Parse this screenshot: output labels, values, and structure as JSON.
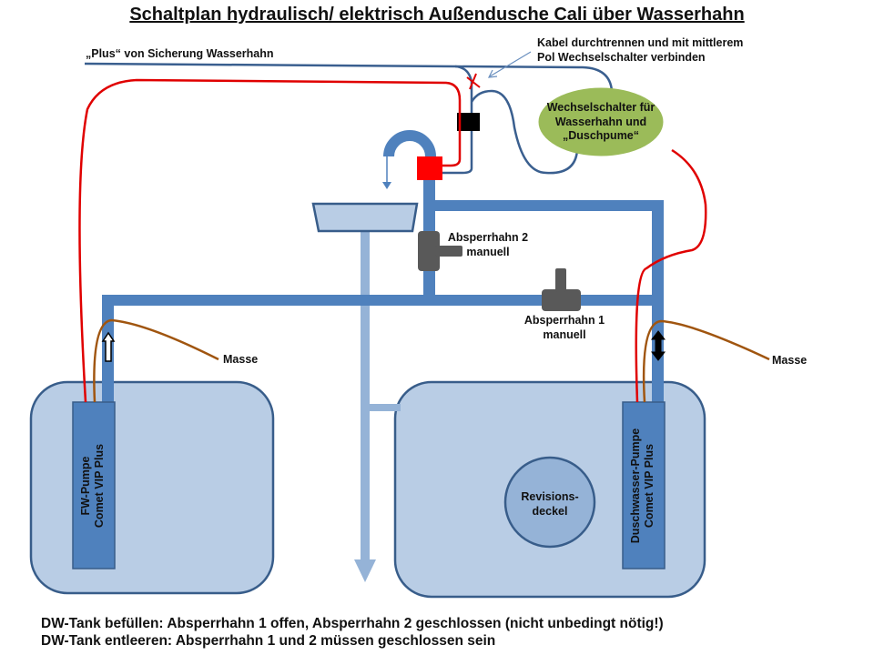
{
  "title": "Schaltplan hydraulisch/ elektrisch Außendusche Cali über Wasserhahn",
  "labels": {
    "plus_source": "„Plus“ von Sicherung Wasserhahn",
    "cable_note_line1": "Kabel durchtrennen und mit mittlerem",
    "cable_note_line2": "Pol Wechselschalter verbinden",
    "switch_line1": "Wechselschalter für",
    "switch_line2": "Wasserhahn und",
    "switch_line3": "„Duschpume“",
    "valve2_line1": "Absperrhahn 2",
    "valve2_line2": "manuell",
    "valve1_line1": "Absperrhahn 1",
    "valve1_line2": "manuell",
    "ground_left": "Masse",
    "ground_right": "Masse",
    "pump_left_line1": "FW-Pumpe",
    "pump_left_line2": "Comet VIP Plus",
    "pump_right_line1": "Duschwasser-Pumpe",
    "pump_right_line2": "Comet VIP Plus",
    "inspection_line1": "Revisions-",
    "inspection_line2": "deckel"
  },
  "notes": [
    "DW-Tank befüllen: Absperrhahn 1 offen, Absperrhahn 2 geschlossen (nicht unbedingt nötig!)",
    "DW-Tank entleeren: Absperrhahn 1 und 2 müssen geschlossen sein"
  ],
  "colors": {
    "pipe": "#4f81bd",
    "tank_fill": "#b9cde5",
    "tank_stroke": "#385d8a",
    "drain": "#95b3d7",
    "wire_plus": "#e00000",
    "wire_signal": "#3a5f8f",
    "wire_ground": "#a0550f",
    "switch_fill": "#9bbb59",
    "valve": "#595959",
    "valve_solenoid": "#ff0000",
    "relay": "#000000"
  }
}
